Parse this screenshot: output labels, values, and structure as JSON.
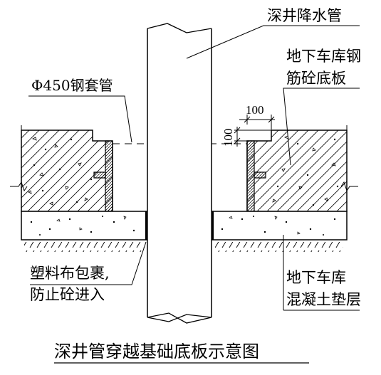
{
  "labels": {
    "pipe": "深井降水管",
    "floor_slab_line1": "地下车库钢",
    "floor_slab_line2": "筋砼底板",
    "sleeve": "Φ450钢套管",
    "wrap_line1": "塑料布包裹,",
    "wrap_line2": "防止砼进入",
    "cushion_line1": "地下车库",
    "cushion_line2": "混凝土垫层",
    "title": "深井管穿越基础底板示意图"
  },
  "dimensions": {
    "step_width": "100",
    "step_height": "100"
  },
  "colors": {
    "line": "#000000",
    "background": "#ffffff"
  }
}
